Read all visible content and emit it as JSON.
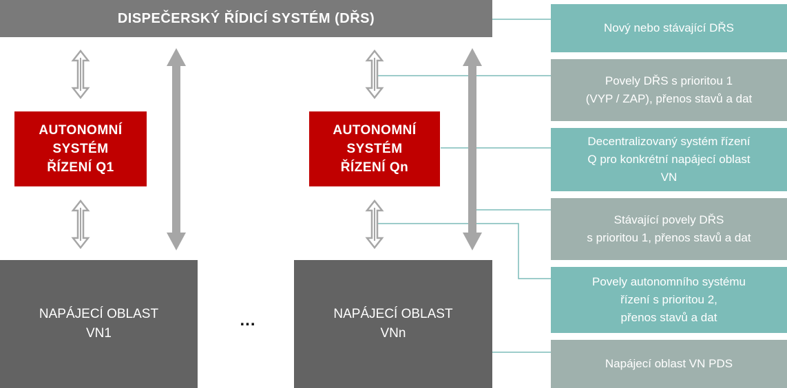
{
  "top_bar": {
    "label": "DISPEČERSKÝ ŘÍDICÍ SYSTÉM (DŘS)"
  },
  "autonomous_boxes": [
    {
      "lines": [
        "AUTONOMNÍ",
        "SYSTÉM",
        "ŘÍZENÍ Q1"
      ]
    },
    {
      "lines": [
        "AUTONOMNÍ",
        "SYSTÉM",
        "ŘÍZENÍ Qn"
      ]
    }
  ],
  "supply_areas": [
    {
      "lines": [
        "NAPÁJECÍ OBLAST",
        "VN1"
      ]
    },
    {
      "lines": [
        "NAPÁJECÍ OBLAST",
        "VNn"
      ]
    }
  ],
  "ellipsis": "...",
  "legend": [
    {
      "lines": [
        "Nový nebo stávající DŘS"
      ],
      "color": "#7cbcb8"
    },
    {
      "lines": [
        "Povely DŘS s prioritou 1",
        "(VYP / ZAP), přenos stavů a dat"
      ],
      "color": "#9fb1ad"
    },
    {
      "lines": [
        "Decentralizovaný systém řízení",
        "Q pro konkrétní napájecí oblast",
        "VN"
      ],
      "color": "#7cbcb8"
    },
    {
      "lines": [
        "Stávající povely DŘS",
        "s prioritou 1, přenos stavů a dat"
      ],
      "color": "#9fb1ad"
    },
    {
      "lines": [
        "Povely autonomního systému",
        "řízení s prioritou 2,",
        "přenos stavů a dat"
      ],
      "color": "#7cbcb8"
    },
    {
      "lines": [
        "Napájecí oblast VN PDS"
      ],
      "color": "#9fb1ad"
    }
  ],
  "colors": {
    "control_red": "#c00000",
    "dark_gray": "#636363",
    "top_gray": "#7a7a7a",
    "teal": "#7cbcb8",
    "gray_green": "#9fb1ad",
    "arrow_gray": "#a6a6a6"
  }
}
